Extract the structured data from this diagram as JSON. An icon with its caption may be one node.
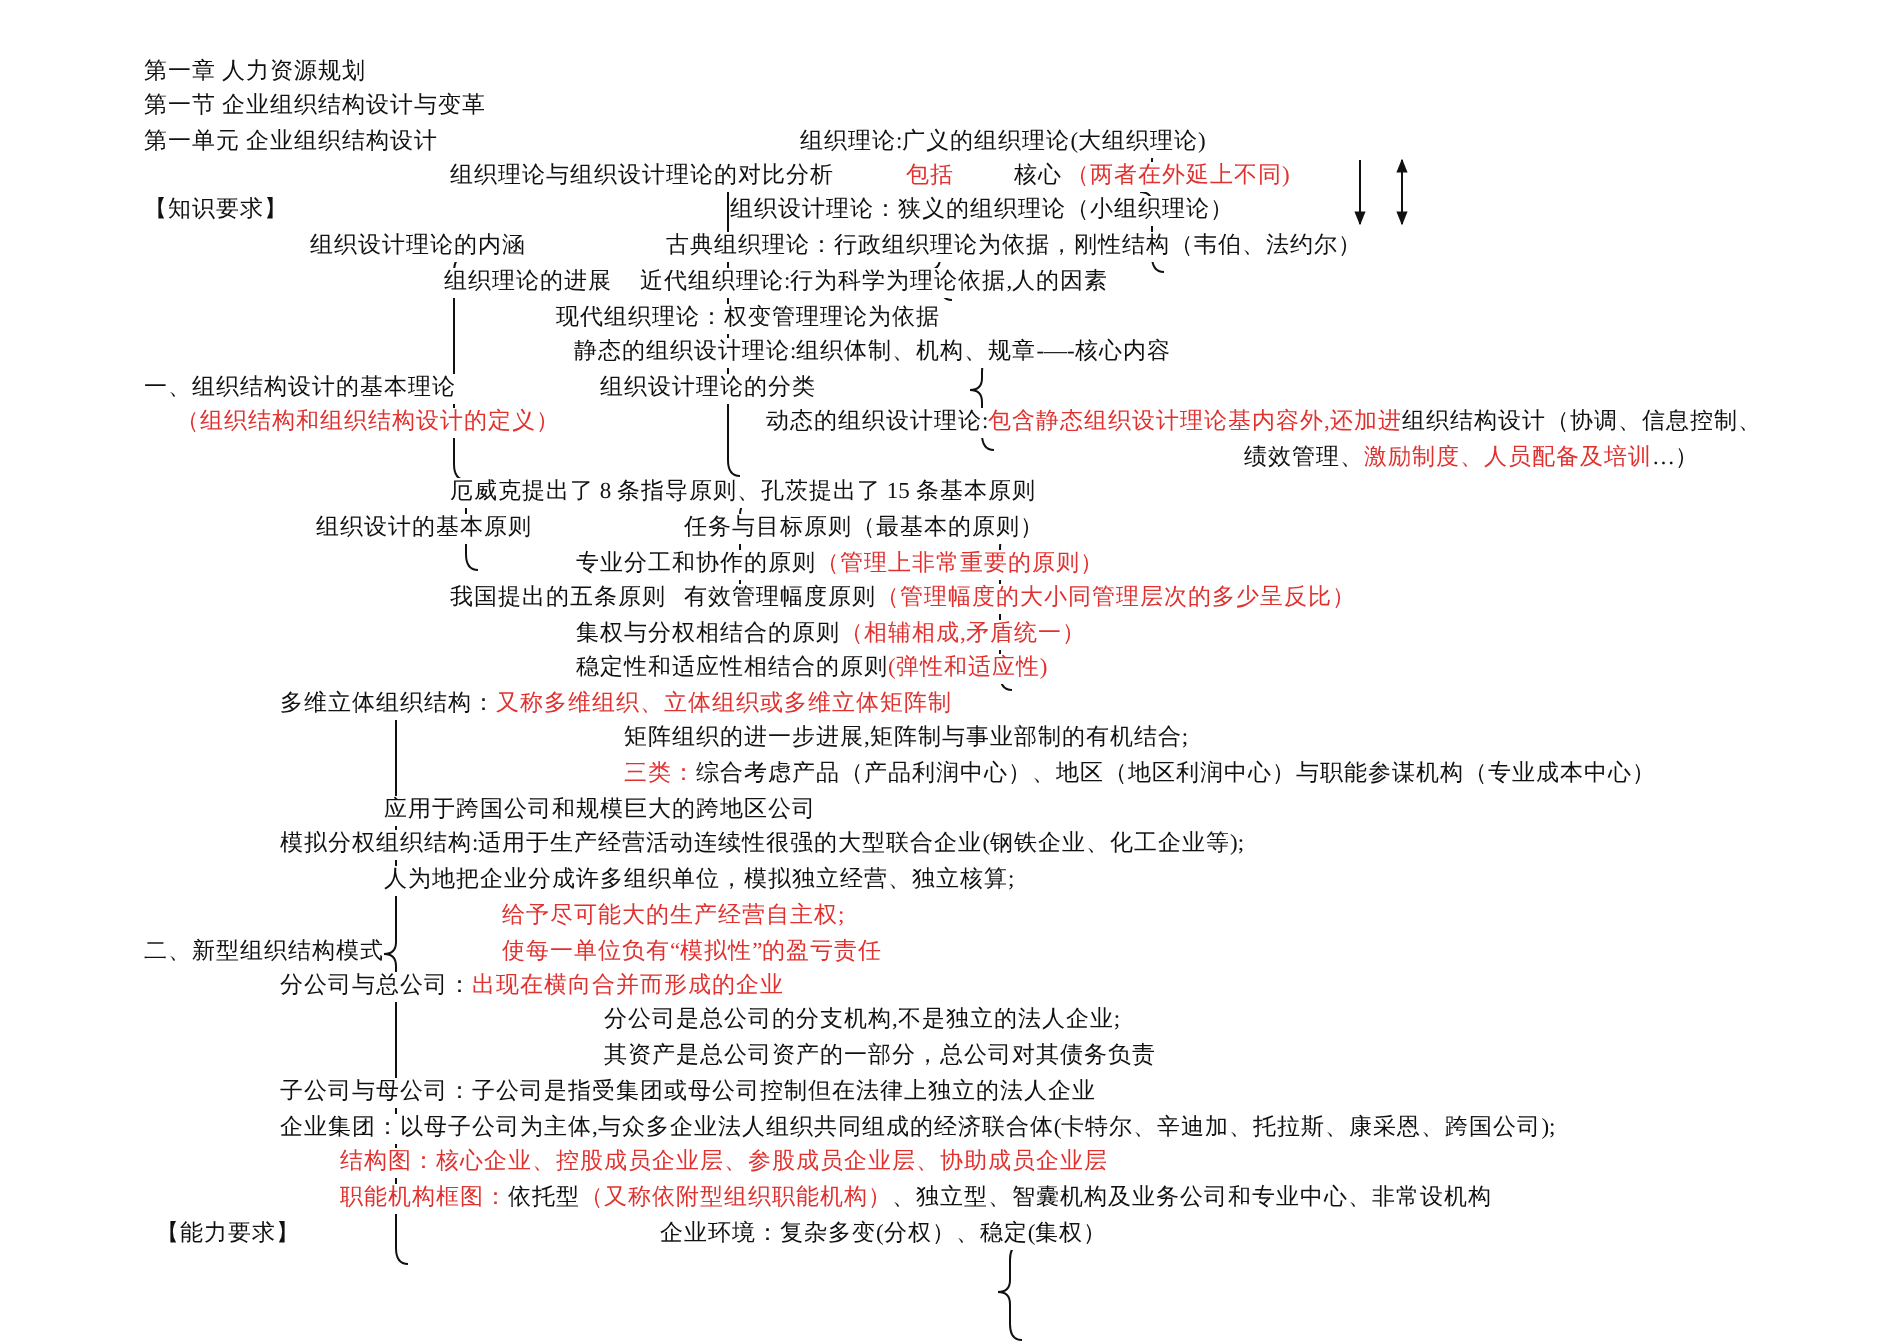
{
  "diagram": {
    "labels": [
      "第一章  人力资源规划",
      "第一节  企业组织结构设计与变革",
      "第一单元 企业组织结构设计",
      "组织理论:广义的组织理论(大组织理论)",
      "组织理论与组织设计理论的对比分析",
      "包括",
      "核心",
      "（两者在外延上不同)",
      "【知识要求】",
      "组织设计理论：狭义的组织理论（小组织理论）",
      "组织设计理论的内涵",
      "古典组织理论：行政组织理论为依据，刚性结构（韦伯、法约尔）",
      "组织理论的进展",
      "近代组织理论:行为科学为理论依据,人的因素",
      "现代组织理论：权变管理理论为依据",
      "静态的组织设计理论:组织体制、机构、规章-—-核心内容",
      "一、组织结构设计的基本理论",
      "组织设计理论的分类",
      "（组织结构和组织结构设计的定义）",
      "动态的组织设计理论:",
      "包含静态组织设计理论基内容外,还加进",
      "组织结构设计（协调、信息控制、",
      "绩效管理、",
      "激励制度、人员配备及培训",
      "…）",
      "厄威克提出了 8 条指导原则、孔茨提出了 15 条基本原则",
      "组织设计的基本原则",
      "任务与目标原则（最基本的原则）",
      "专业分工和协作的原则",
      "（管理上非常重要的原则）",
      "我国提出的五条原则",
      "有效管理幅度原则",
      "（管理幅度的大小同管理层次的多少呈反比）",
      "集权与分权相结合的原则",
      "（相辅相成,矛盾统一）",
      "稳定性和适应性相结合的原则",
      "(弹性和适应性)",
      "多维立体组织结构：",
      "又称多维组织、立体组织或多维立体矩阵制",
      "矩阵组织的进一步进展,矩阵制与事业部制的有机结合;",
      "三类：",
      "综合考虑产品（产品利润中心）、地区（地区利润中心）与职能参谋机构（专业成本中心）",
      "应用于跨国公司和规模巨大的跨地区公司",
      "模拟分权组织结构:适用于生产经营活动连续性很强的大型联合企业(钢铁企业、化工企业等);",
      "人为地把企业分成许多组织单位，模拟独立经营、独立核算;",
      "给予尽可能大的生产经营自主权;",
      "二、新型组织结构模式",
      "使每一单位负有“模拟性”的盈亏责任",
      "分公司与总公司：",
      "出现在横向合并而形成的企业",
      "分公司是总公司的分支机构,不是独立的法人企业;",
      "其资产是总公司资产的一部分，总公司对其债务负责",
      "子公司与母公司：子公司是指受集团或母公司控制但在法律上独立的法人企业",
      "企业集团：以母子公司为主体,与众多企业法人组织共同组成的经济联合体(卡特尔、辛迪加、托拉斯、康采恩、跨国公司);",
      "结构图：核心企业、控股成员企业层、参股成员企业层、协助成员企业层",
      "职能机构框图：",
      "依托型",
      "（又称依附型组织职能机构）",
      "、独立型、智囊机构及业务公司和专业中心、非常设机构",
      "【能力要求】",
      "企业环境：复杂多变(分权）、稳定(集权）"
    ]
  }
}
